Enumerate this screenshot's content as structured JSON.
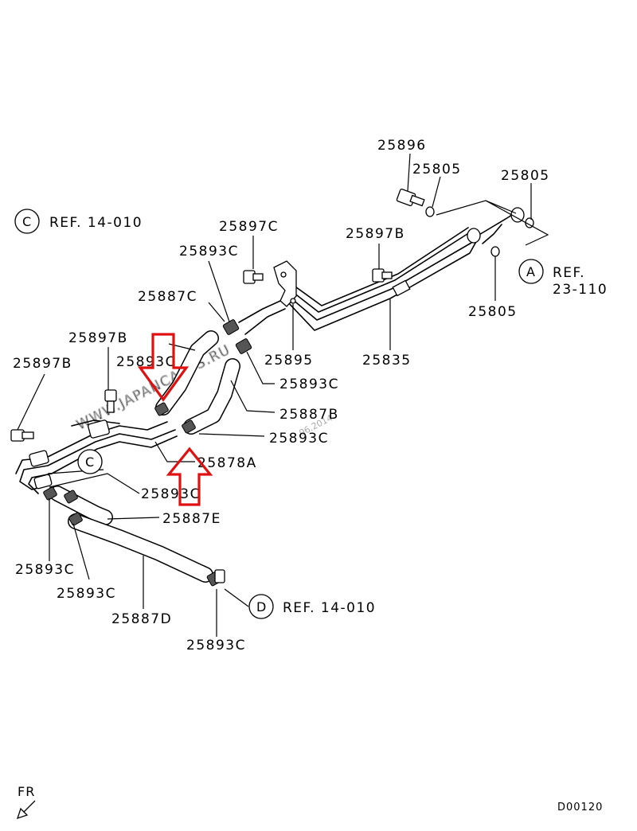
{
  "watermark": "WWW.JAPANCARTS.RU",
  "date_stamp": "06.2014",
  "labels": {
    "p25896": "25896",
    "p25805_a": "25805",
    "p25805_b": "25805",
    "p25805_c": "25805",
    "p25897c": "25897C",
    "p25897b_top": "25897B",
    "p25893c_top": "25893C",
    "p25887c": "25887C",
    "p25895": "25895",
    "p25835": "25835",
    "p25893c_mid": "25893C",
    "p25887b": "25887B",
    "p25893c_mid2": "25893C",
    "p25897b_left": "25897B",
    "p25897b_left2": "25897B",
    "p25893c_arrow": "25893C",
    "p25878a": "25878A",
    "p25893c_low": "25893C",
    "p25887e": "25887E",
    "p25893c_l1": "25893C",
    "p25893c_l2": "25893C",
    "p25887d": "25887D",
    "p25893c_bot": "25893C"
  },
  "refs": {
    "c_ref": {
      "circle": "C",
      "text": "REF. 14-010"
    },
    "a_ref": {
      "circle": "A",
      "text1": "REF.",
      "text2": "23-110"
    },
    "d_ref": {
      "circle": "D",
      "text": "REF. 14-010"
    },
    "c_mark": {
      "circle": "C"
    }
  },
  "footer": {
    "front_label": "FR",
    "diagram_code": "D00120"
  },
  "colors": {
    "highlight_arrow": "#e01010",
    "watermark": "#b8b8b8"
  }
}
